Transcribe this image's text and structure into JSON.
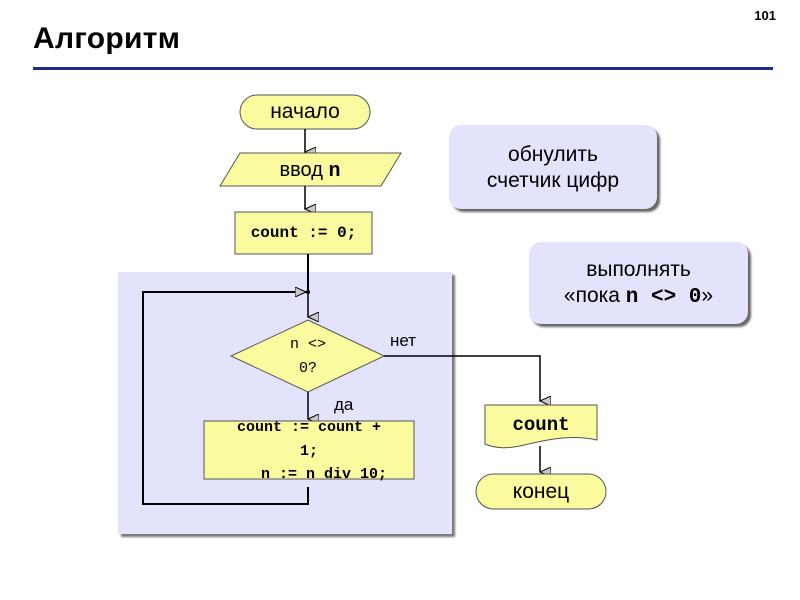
{
  "slide": {
    "page_number": "101",
    "title": "Алгоритм",
    "accent_color": "#1f2a8a"
  },
  "flowchart": {
    "start": "начало",
    "input": {
      "keyword": "ввод",
      "variable": "n"
    },
    "init": "count := 0;",
    "condition": {
      "line1": "n <>",
      "line2": "0?"
    },
    "branch_yes": "да",
    "branch_no": "нет",
    "body": {
      "line1": "count := count +",
      "line2": "1;",
      "line3": "n := n div 10;"
    },
    "output": "count",
    "end": "конец",
    "block_fill": "#fafa9e",
    "loop_fill": "#e3e3fb"
  },
  "callouts": [
    {
      "line1": "обнулить",
      "line2": "счетчик цифр"
    },
    {
      "line1": "выполнять",
      "line2_prefix": "«пока ",
      "line2_code": "n <> 0",
      "line2_suffix": "»"
    }
  ]
}
